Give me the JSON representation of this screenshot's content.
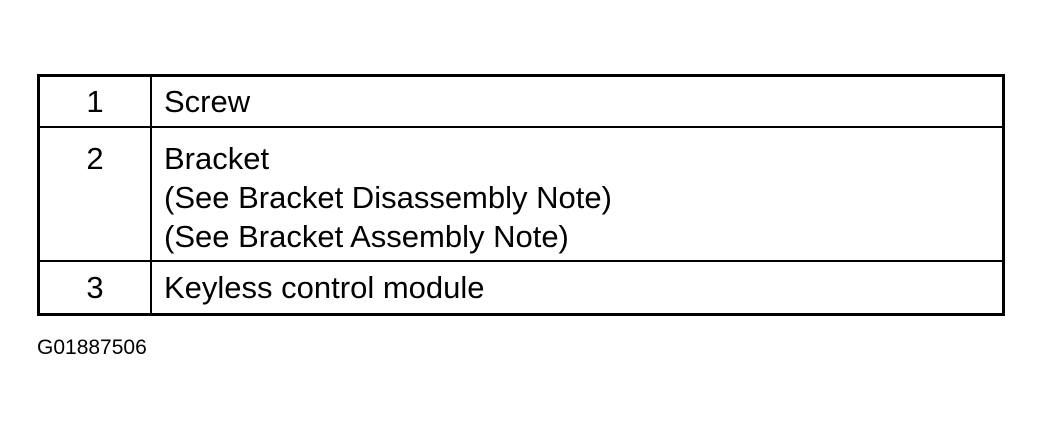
{
  "legend": {
    "rows": [
      {
        "number": "1",
        "lines": [
          "Screw"
        ]
      },
      {
        "number": "2",
        "lines": [
          "Bracket",
          "(See Bracket Disassembly Note)",
          "(See Bracket Assembly Note)"
        ]
      },
      {
        "number": "3",
        "lines": [
          "Keyless control module"
        ]
      }
    ]
  },
  "figure_id": "G01887506"
}
